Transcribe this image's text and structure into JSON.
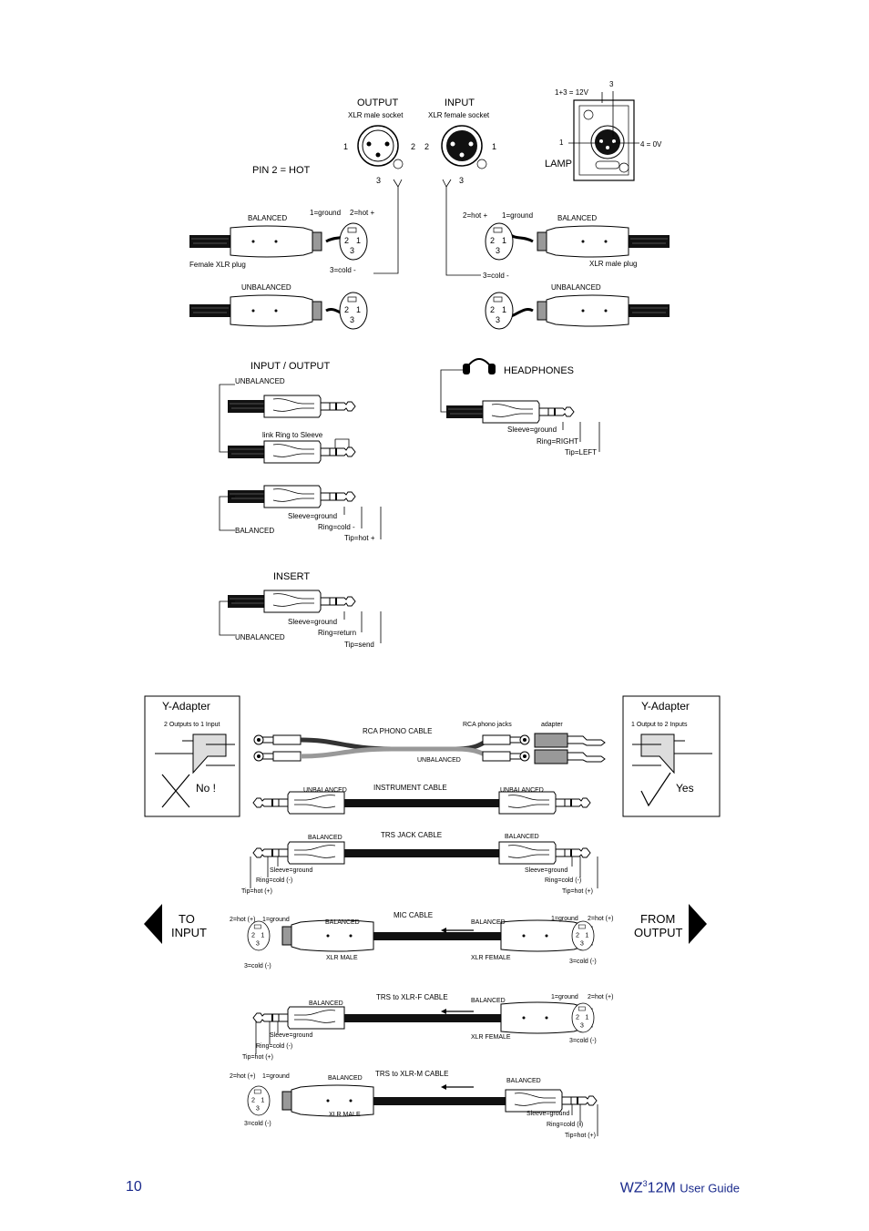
{
  "xlr": {
    "output_title": "OUTPUT",
    "output_sub": "XLR male socket",
    "input_title": "INPUT",
    "input_sub": "XLR female socket",
    "pin1": "1",
    "pin2": "2",
    "pin3": "3",
    "pin2_hot": "PIN 2 = HOT"
  },
  "lamp": {
    "label": "LAMP",
    "v12": "1+3 = 12V",
    "v0": "4 = 0V",
    "p1": "1",
    "p3": "3"
  },
  "xlr_cables": {
    "balanced": "BALANCED",
    "unbalanced": "UNBALANCED",
    "ground": "1=ground",
    "hot": "2=hot +",
    "cold": "3=cold -",
    "female_plug": "Female XLR plug",
    "male_plug": "XLR male plug"
  },
  "io": {
    "title": "INPUT / OUTPUT",
    "unbalanced": "UNBALANCED",
    "link": "link Ring to Sleeve",
    "balanced": "BALANCED",
    "sleeve": "Sleeve=ground",
    "ring": "Ring=cold -",
    "tip": "Tip=hot +"
  },
  "headphones": {
    "title": "HEADPHONES",
    "sleeve": "Sleeve=ground",
    "ring": "Ring=RIGHT",
    "tip": "Tip=LEFT"
  },
  "insert": {
    "title": "INSERT",
    "unbalanced": "UNBALANCED",
    "sleeve": "Sleeve=ground",
    "ring": "Ring=return",
    "tip": "Tip=send"
  },
  "y_left": {
    "title": "Y-Adapter",
    "sub": "2 Outputs to 1 Input",
    "verdict": "No !"
  },
  "y_right": {
    "title": "Y-Adapter",
    "sub": "1 Output to 2 Inputs",
    "verdict": "Yes"
  },
  "cables": {
    "rca_phono": "RCA PHONO CABLE",
    "rca_jacks": "RCA phono jacks",
    "adapter": "adapter",
    "unbalanced": "UNBALANCED",
    "instrument": "INSTRUMENT CABLE",
    "trs_jack": "TRS JACK CABLE",
    "balanced": "BALANCED",
    "sleeve": "Sleeve=ground",
    "ring": "Ring=cold (-)",
    "tip": "Tip=hot (+)",
    "mic": "MIC CABLE",
    "ground": "1=ground",
    "hot": "2=hot (+)",
    "cold": "3=cold (-)",
    "xlr_male": "XLR MALE",
    "xlr_female": "XLR FEMALE",
    "trs_xlr_f": "TRS to XLR-F CABLE",
    "trs_xlr_m": "TRS to XLR-M CABLE",
    "to": "TO",
    "input": "INPUT",
    "from": "FROM",
    "output": "OUTPUT"
  },
  "footer": {
    "page": "10",
    "product_a": "WZ",
    "product_sup": "3",
    "product_b": "12M",
    "guide": "User Guide"
  }
}
